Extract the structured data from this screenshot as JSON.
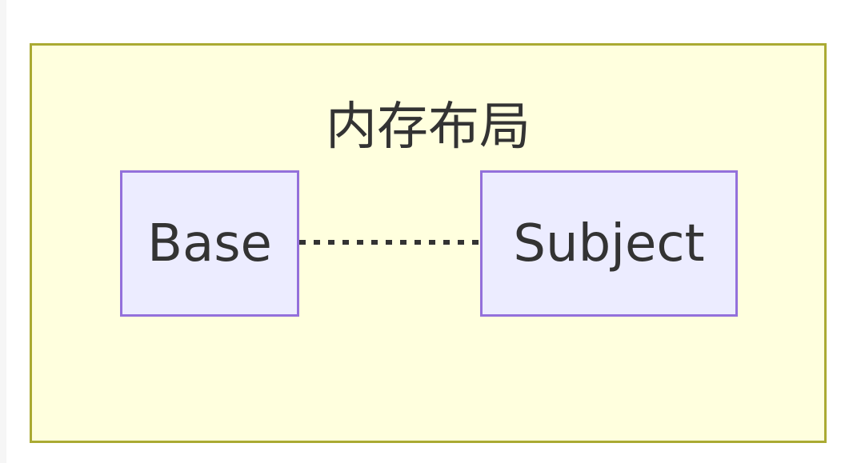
{
  "diagram": {
    "cluster": {
      "title": "内存布局"
    },
    "nodes": [
      {
        "id": "base",
        "label": "Base"
      },
      {
        "id": "subject",
        "label": "Subject"
      }
    ],
    "edges": [
      {
        "from": "base",
        "to": "subject",
        "style": "dotted",
        "arrowhead": "none"
      }
    ],
    "colors": {
      "cluster_fill": "#ffffde",
      "cluster_border": "#aaaa33",
      "node_fill": "#ececff",
      "node_border": "#9370db",
      "text": "#333333",
      "edge": "#333333"
    }
  }
}
